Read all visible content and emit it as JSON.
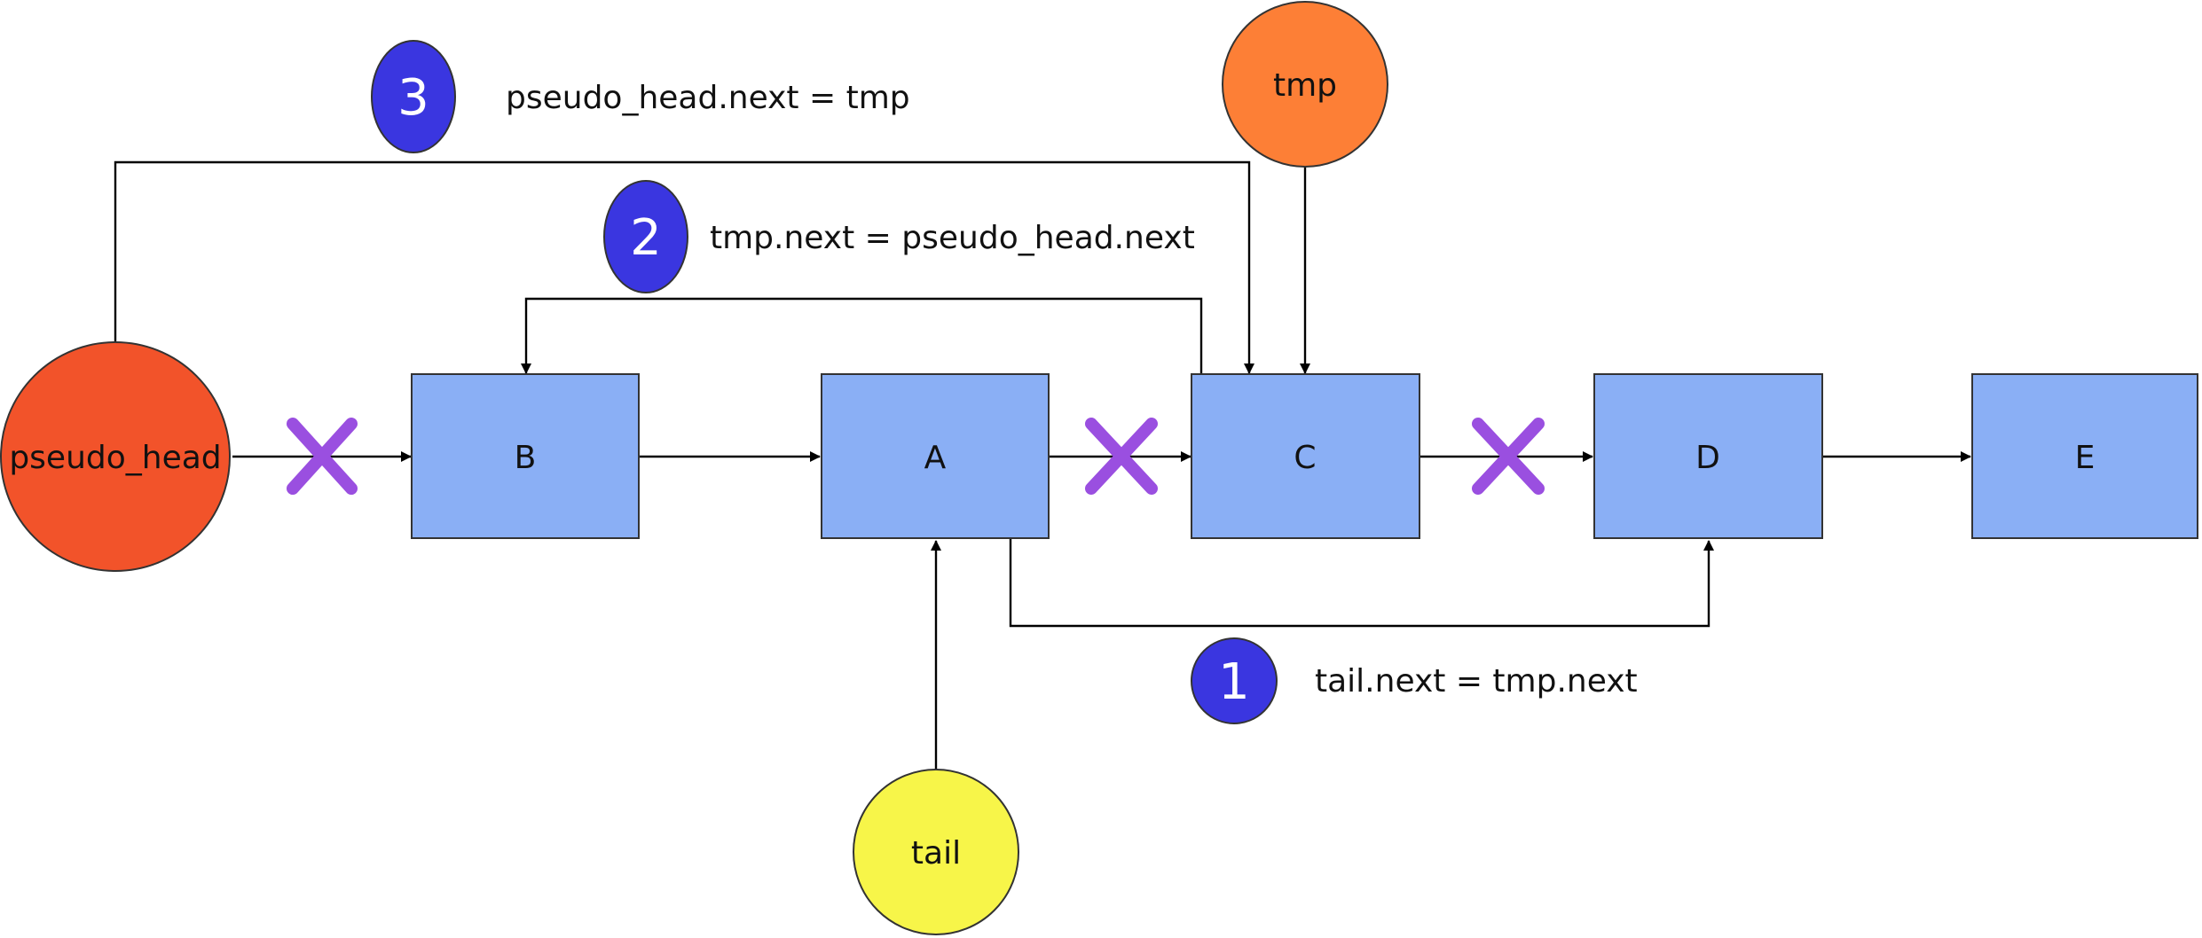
{
  "nodes": {
    "B": "B",
    "A": "A",
    "C": "C",
    "D": "D",
    "E": "E"
  },
  "pointers": {
    "pseudo_head": "pseudo_head",
    "tmp": "tmp",
    "tail": "tail"
  },
  "steps": [
    {
      "number": "1",
      "text": "tail.next = tmp.next"
    },
    {
      "number": "2",
      "text": "tmp.next = pseudo_head.next"
    },
    {
      "number": "3",
      "text": "pseudo_head.next = tmp"
    }
  ],
  "colors": {
    "node_fill": "#8aaff5",
    "pseudo_head": "#f2532a",
    "tmp": "#fd7f36",
    "tail": "#f7f549",
    "step_circle": "#3a36e0",
    "cross": "#9a4fe0"
  }
}
